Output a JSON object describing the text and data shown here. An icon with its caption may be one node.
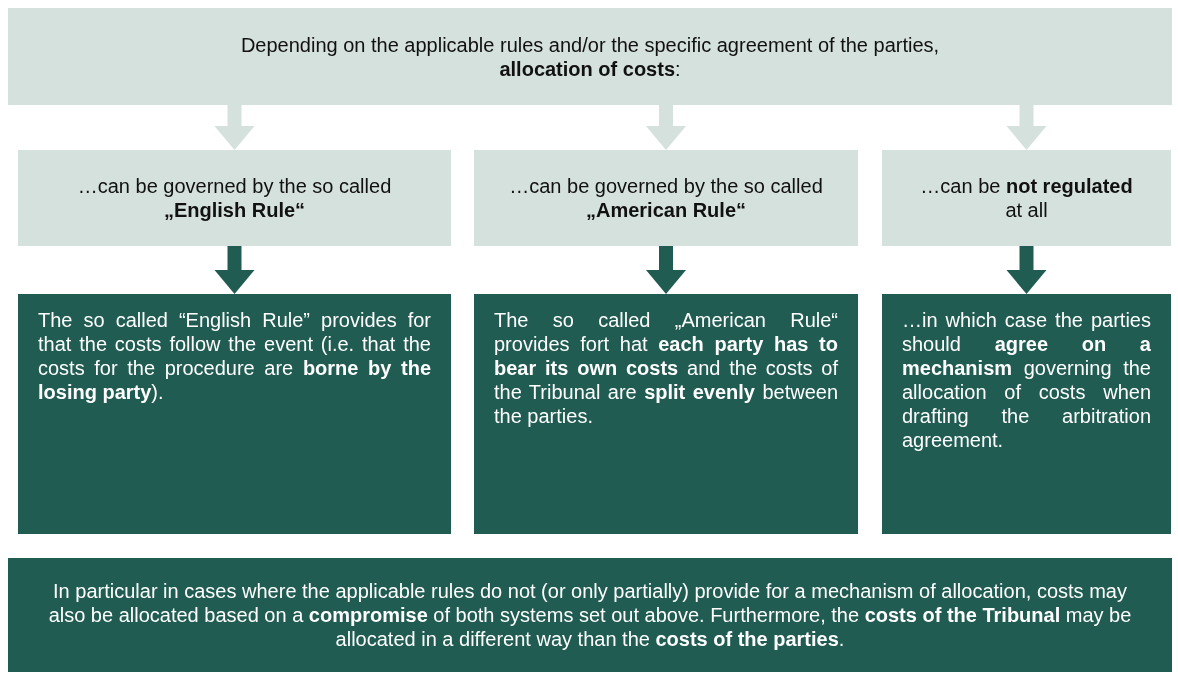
{
  "diagram": {
    "nodes": [
      {
        "text": [
          "Depending on the applicable rules and/or the specific agreement of the parties, **allocation of costs**:"
        ]
      },
      {
        "text": [
          "…can be governed by the so called **„English Rule“**"
        ]
      },
      {
        "text": [
          "…can be governed by the so called **„American Rule“**"
        ]
      },
      {
        "text": [
          "…can be **not regulated** at all"
        ]
      },
      {
        "text": [
          "The so called “English Rule” provides for that the costs follow the event (i.e. that the costs for the procedure are **borne by the losing party**)."
        ]
      },
      {
        "text": [
          "The so called „American Rule“ provides fort hat **each party has to bear its own costs** and the costs of the Tribunal are **split evenly** between the parties."
        ]
      },
      {
        "text": [
          "…in which case the parties should **agree on a mechanism** governing the allocation of costs when drafting the arbitration agreement."
        ]
      },
      {
        "text": [
          "In particular in cases where the applicable rules do not (or only partially) provide for a mechanism of allocation, costs may also be allocated based on a **compromise** of both systems set out above. Furthermore, the **costs of the Tribunal** may be allocated in a different way than the **costs of the parties**."
        ]
      }
    ],
    "edges": [
      {
        "from": 0,
        "to": 1,
        "arrow": "to",
        "color": "#d5e1dd"
      },
      {
        "from": 0,
        "to": 2,
        "arrow": "to",
        "color": "#d5e1dd"
      },
      {
        "from": 0,
        "to": 3,
        "arrow": "to",
        "color": "#d5e1dd"
      },
      {
        "from": 1,
        "to": 4,
        "arrow": "to",
        "color": "#205c52"
      },
      {
        "from": 2,
        "to": 5,
        "arrow": "to",
        "color": "#205c52"
      },
      {
        "from": 3,
        "to": 6,
        "arrow": "to",
        "color": "#205c52"
      }
    ]
  }
}
